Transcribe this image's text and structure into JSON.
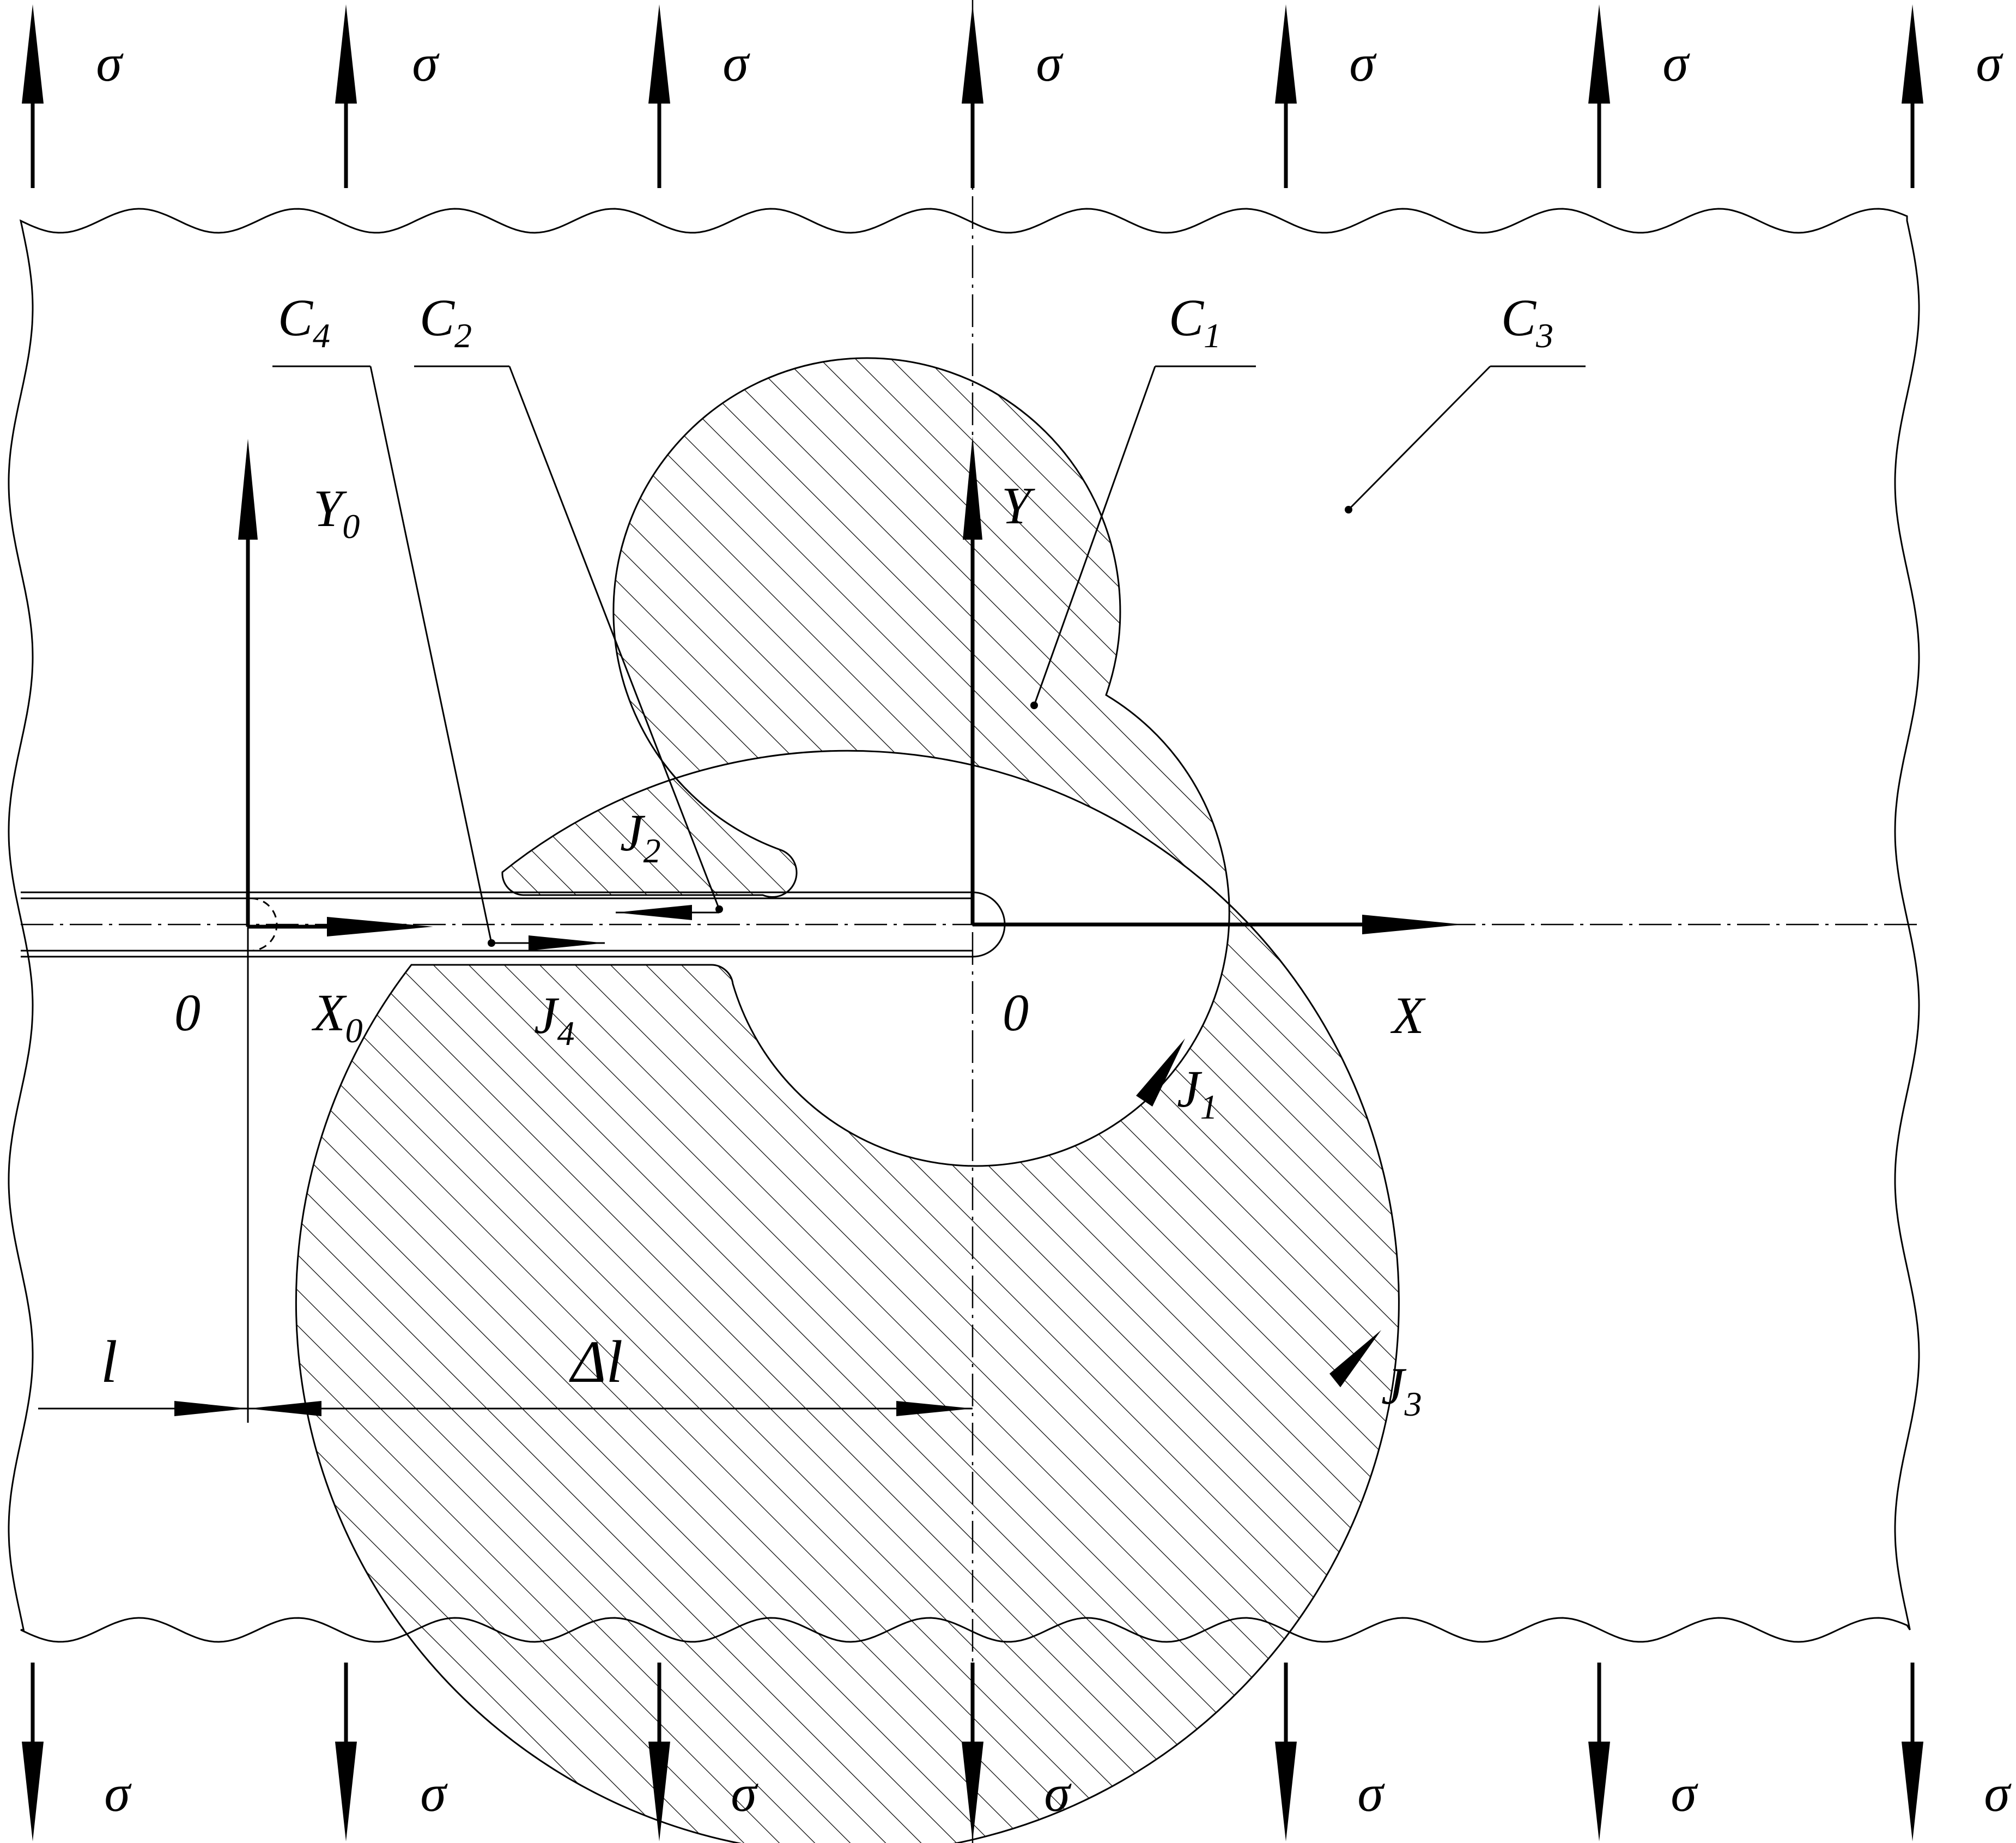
{
  "load_symbols": {
    "top": [
      "σ",
      "σ",
      "σ",
      "σ",
      "σ",
      "σ",
      "σ"
    ],
    "bottom": [
      "σ",
      "σ",
      "σ",
      "σ",
      "σ",
      "σ",
      "σ"
    ]
  },
  "contours": [
    {
      "id": "C1",
      "main": "C",
      "sub": "1"
    },
    {
      "id": "C2",
      "main": "C",
      "sub": "2"
    },
    {
      "id": "C3",
      "main": "C",
      "sub": "3"
    },
    {
      "id": "C4",
      "main": "C",
      "sub": "4"
    }
  ],
  "integrals": [
    {
      "id": "J1",
      "main": "J",
      "sub": "1"
    },
    {
      "id": "J2",
      "main": "J",
      "sub": "2"
    },
    {
      "id": "J3",
      "main": "J",
      "sub": "3"
    },
    {
      "id": "J4",
      "main": "J",
      "sub": "4"
    }
  ],
  "axes": {
    "x": "X",
    "y": "Y",
    "origin": "0",
    "x0_main": "X",
    "x0_sub": "0",
    "y0_main": "Y",
    "y0_sub": "0",
    "origin0": "0"
  },
  "dimensions": {
    "crack_length": "l",
    "crack_increment": "Δl"
  }
}
